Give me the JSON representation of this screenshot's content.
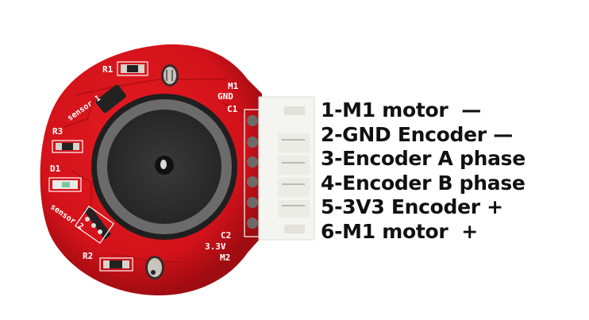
{
  "pin_labels": [
    {
      "pin": 1,
      "text": "1-M1 motor  —"
    },
    {
      "pin": 2,
      "text": "2-GND Encoder —"
    },
    {
      "pin": 3,
      "text": "3-Encoder A phase"
    },
    {
      "pin": 4,
      "text": "4-Encoder B phase"
    },
    {
      "pin": 5,
      "text": "5-3V3 Encoder +"
    },
    {
      "pin": 6,
      "text": "6-M1 motor  +"
    }
  ],
  "silkscreen": {
    "r1": "R1",
    "r2": "R2",
    "r3": "R3",
    "d1": "D1",
    "sensor1": "sensor 1",
    "sensor2": "sensor 2",
    "m1": "M1",
    "gnd": "GND",
    "c1": "C1",
    "c2": "C2",
    "v33": "3.3V",
    "m2": "M2"
  },
  "colors": {
    "pcb": "#d8141c",
    "pcb_dark": "#a30d12",
    "motor_ring": "#5c5c5c",
    "motor_center": "#2e2e2e",
    "connector": "#f2f2ee",
    "text": "#111111"
  }
}
